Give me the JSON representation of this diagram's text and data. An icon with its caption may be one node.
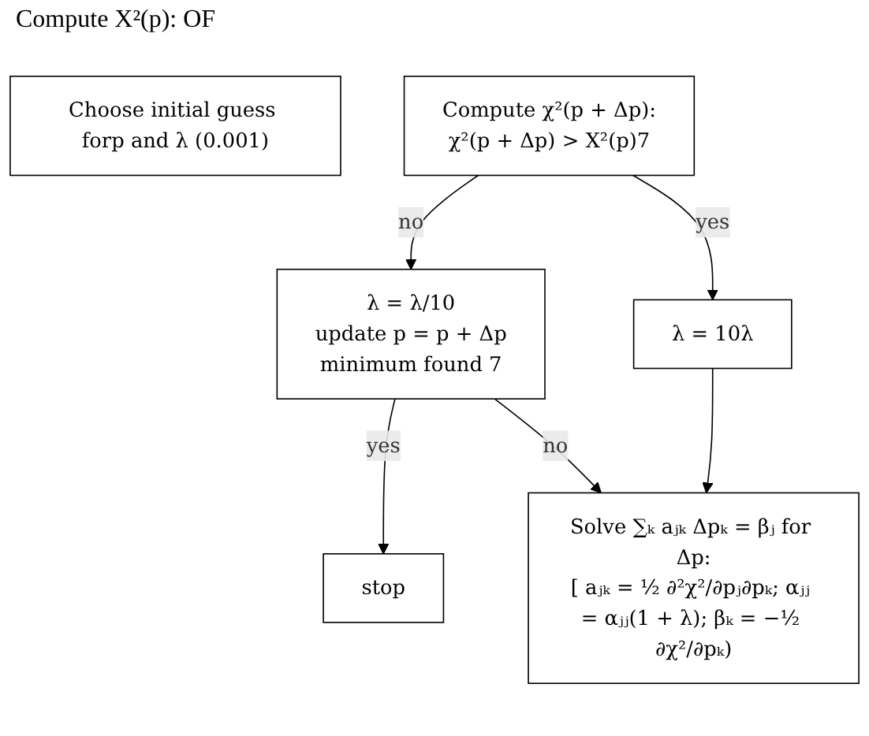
{
  "diagram": {
    "nodes": [
      {
        "text": [
          "Choose initial guess forp and λ (0.001)"
        ]
      },
      {
        "text": [
          "Solve ∑ₖ aⱼₖ Δpₖ = βⱼ for Δp:",
          "[ aⱼₖ = ½ ∂²χ²/∂pⱼ∂pₖ; αⱼⱼ = αⱼⱼ(1 + λ); βₖ = −½ ∂χ²/∂pₖ)"
        ]
      },
      {
        "text": [
          "Compute χ²(p + Δp):",
          "χ²(p + Δp) > X²(p)7"
        ]
      },
      {
        "text": [
          "λ = λ/10",
          "update p = p + Δp",
          "minimum found 7"
        ]
      },
      {
        "text": [
          "λ = 10λ"
        ]
      },
      {
        "text": [
          "stop"
        ]
      }
    ],
    "edges": [
      {
        "from": 2,
        "to": 3,
        "label": "no",
        "arrow": "to"
      },
      {
        "from": 2,
        "to": 4,
        "label": "yes",
        "arrow": "to"
      },
      {
        "from": 3,
        "to": 5,
        "label": "yes",
        "arrow": "to"
      },
      {
        "from": 3,
        "to": 1,
        "label": "no",
        "arrow": "to"
      },
      {
        "from": 4,
        "to": 1,
        "arrow": "to"
      }
    ],
    "labels": [
      "Compute X²(p): OF"
    ]
  }
}
